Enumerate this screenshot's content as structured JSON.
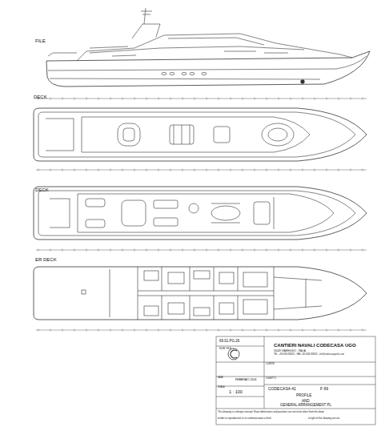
{
  "diagram": {
    "labels": [
      "FILE",
      "DECK",
      "DECK",
      "ER DECK",
      "69.01.PG.26",
      "NOM. FILE",
      "FEBBRAIO 2006",
      "1 : 100",
      "CANTIERI NAVALI CODECASA UGO",
      "55049 VIAREGGIO - ITALIA",
      "TEL. +39 0584 383221 - FAX +39 0584 383531 - info@codecasayachts.com",
      "CODECASA 41",
      "F 69",
      "PROFILE",
      "AND",
      "GENERAL ARRANGEMENT PL",
      "This drawing is a design concept. Exact dimensions and positions are not to be taken from this draw",
      "tender to reproduction or to communication a third",
      "al right of this drawing are our",
      "DATA",
      "SCALA",
      "CLIENTE",
      "OGGETTO"
    ]
  }
}
